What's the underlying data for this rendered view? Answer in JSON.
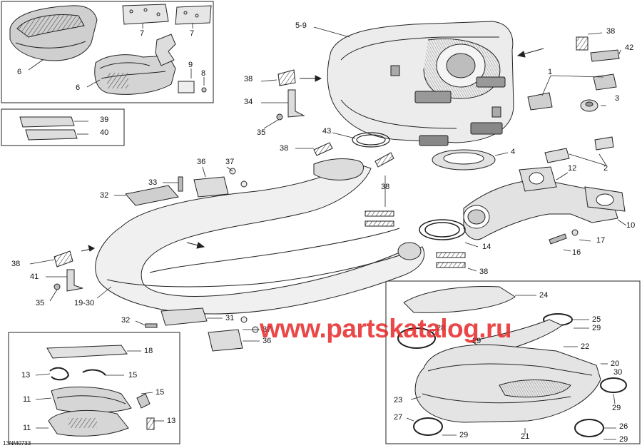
{
  "diagram": {
    "drawing_code": "13NM0733",
    "watermark": "www.partskatalog.ru",
    "callouts": [
      {
        "id": "c7a",
        "label": "7"
      },
      {
        "id": "c7b",
        "label": "7"
      },
      {
        "id": "c6a",
        "label": "6"
      },
      {
        "id": "c6b",
        "label": "6"
      },
      {
        "id": "c9",
        "label": "9"
      },
      {
        "id": "c8",
        "label": "8"
      },
      {
        "id": "c39",
        "label": "39"
      },
      {
        "id": "c40",
        "label": "40"
      },
      {
        "id": "c5-9",
        "label": "5-9"
      },
      {
        "id": "c38a",
        "label": "38"
      },
      {
        "id": "c42",
        "label": "42"
      },
      {
        "id": "c1",
        "label": "1"
      },
      {
        "id": "c3",
        "label": "3"
      },
      {
        "id": "c38b",
        "label": "38"
      },
      {
        "id": "c34",
        "label": "34"
      },
      {
        "id": "c35a",
        "label": "35"
      },
      {
        "id": "c43",
        "label": "43"
      },
      {
        "id": "c38c",
        "label": "38"
      },
      {
        "id": "c4",
        "label": "4"
      },
      {
        "id": "c2",
        "label": "2"
      },
      {
        "id": "c36a",
        "label": "36"
      },
      {
        "id": "c37a",
        "label": "37"
      },
      {
        "id": "c33",
        "label": "33"
      },
      {
        "id": "c32a",
        "label": "32"
      },
      {
        "id": "c38d",
        "label": "38"
      },
      {
        "id": "c12",
        "label": "12"
      },
      {
        "id": "c10",
        "label": "10"
      },
      {
        "id": "c17",
        "label": "17"
      },
      {
        "id": "c14",
        "label": "14"
      },
      {
        "id": "c16",
        "label": "16"
      },
      {
        "id": "c38e",
        "label": "38"
      },
      {
        "id": "c38f",
        "label": "38"
      },
      {
        "id": "c41",
        "label": "41"
      },
      {
        "id": "c35b",
        "label": "35"
      },
      {
        "id": "c19-30",
        "label": "19-30"
      },
      {
        "id": "c32b",
        "label": "32"
      },
      {
        "id": "c31",
        "label": "31"
      },
      {
        "id": "c37b",
        "label": "37"
      },
      {
        "id": "c36b",
        "label": "36"
      },
      {
        "id": "c24",
        "label": "24"
      },
      {
        "id": "c25",
        "label": "25"
      },
      {
        "id": "c28",
        "label": "28"
      },
      {
        "id": "c29a",
        "label": "29"
      },
      {
        "id": "c29b",
        "label": "29"
      },
      {
        "id": "c22",
        "label": "22"
      },
      {
        "id": "c20",
        "label": "20"
      },
      {
        "id": "c30",
        "label": "30"
      },
      {
        "id": "c23",
        "label": "23"
      },
      {
        "id": "c29c",
        "label": "29"
      },
      {
        "id": "c27",
        "label": "27"
      },
      {
        "id": "c29d",
        "label": "29"
      },
      {
        "id": "c21",
        "label": "21"
      },
      {
        "id": "c26",
        "label": "26"
      },
      {
        "id": "c29e",
        "label": "29"
      },
      {
        "id": "c18",
        "label": "18"
      },
      {
        "id": "c13a",
        "label": "13"
      },
      {
        "id": "c15a",
        "label": "15"
      },
      {
        "id": "c11a",
        "label": "11"
      },
      {
        "id": "c15b",
        "label": "15"
      },
      {
        "id": "c13b",
        "label": "13"
      },
      {
        "id": "c11b",
        "label": "11"
      }
    ]
  }
}
